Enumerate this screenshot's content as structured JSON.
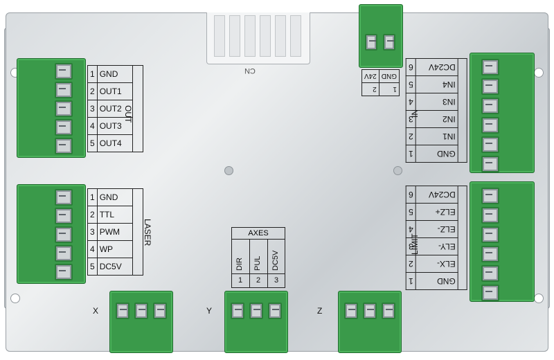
{
  "out": {
    "group_label": "OUT",
    "rows": [
      {
        "num": "1",
        "name": "GND"
      },
      {
        "num": "2",
        "name": "OUT1"
      },
      {
        "num": "3",
        "name": "OUT2"
      },
      {
        "num": "4",
        "name": "OUT3"
      },
      {
        "num": "5",
        "name": "OUT4"
      }
    ]
  },
  "laser": {
    "group_label": "LASER",
    "rows": [
      {
        "num": "1",
        "name": "GND"
      },
      {
        "num": "2",
        "name": "TTL"
      },
      {
        "num": "3",
        "name": "PWM"
      },
      {
        "num": "4",
        "name": "WP"
      },
      {
        "num": "5",
        "name": "DC5V"
      }
    ]
  },
  "cn": {
    "label": "CN"
  },
  "power": {
    "pins": [
      {
        "num": "1",
        "name": "GND"
      },
      {
        "num": "2",
        "name": "24V"
      }
    ]
  },
  "in": {
    "group_label": "IN",
    "rows": [
      {
        "num": "6",
        "name": "DC24V"
      },
      {
        "num": "5",
        "name": "IN4"
      },
      {
        "num": "4",
        "name": "IN3"
      },
      {
        "num": "3",
        "name": "IN2"
      },
      {
        "num": "2",
        "name": "IN1"
      },
      {
        "num": "1",
        "name": "GND"
      }
    ]
  },
  "limit": {
    "group_label": "LIMIT",
    "rows": [
      {
        "num": "6",
        "name": "DC24V"
      },
      {
        "num": "5",
        "name": "ELZ+"
      },
      {
        "num": "4",
        "name": "ELZ-"
      },
      {
        "num": "3",
        "name": "ELY-"
      },
      {
        "num": "2",
        "name": "ELX-"
      },
      {
        "num": "1",
        "name": "GND"
      }
    ]
  },
  "axes": {
    "group_label": "AXES",
    "cols": [
      {
        "num": "1",
        "name": "DIR"
      },
      {
        "num": "2",
        "name": "PUL"
      },
      {
        "num": "3",
        "name": "DC5V"
      }
    ]
  },
  "axis_connectors": [
    "X",
    "Y",
    "Z"
  ],
  "colors": {
    "terminal_green": "#3a9a4a",
    "plate_silver": "#dfe2e4"
  }
}
